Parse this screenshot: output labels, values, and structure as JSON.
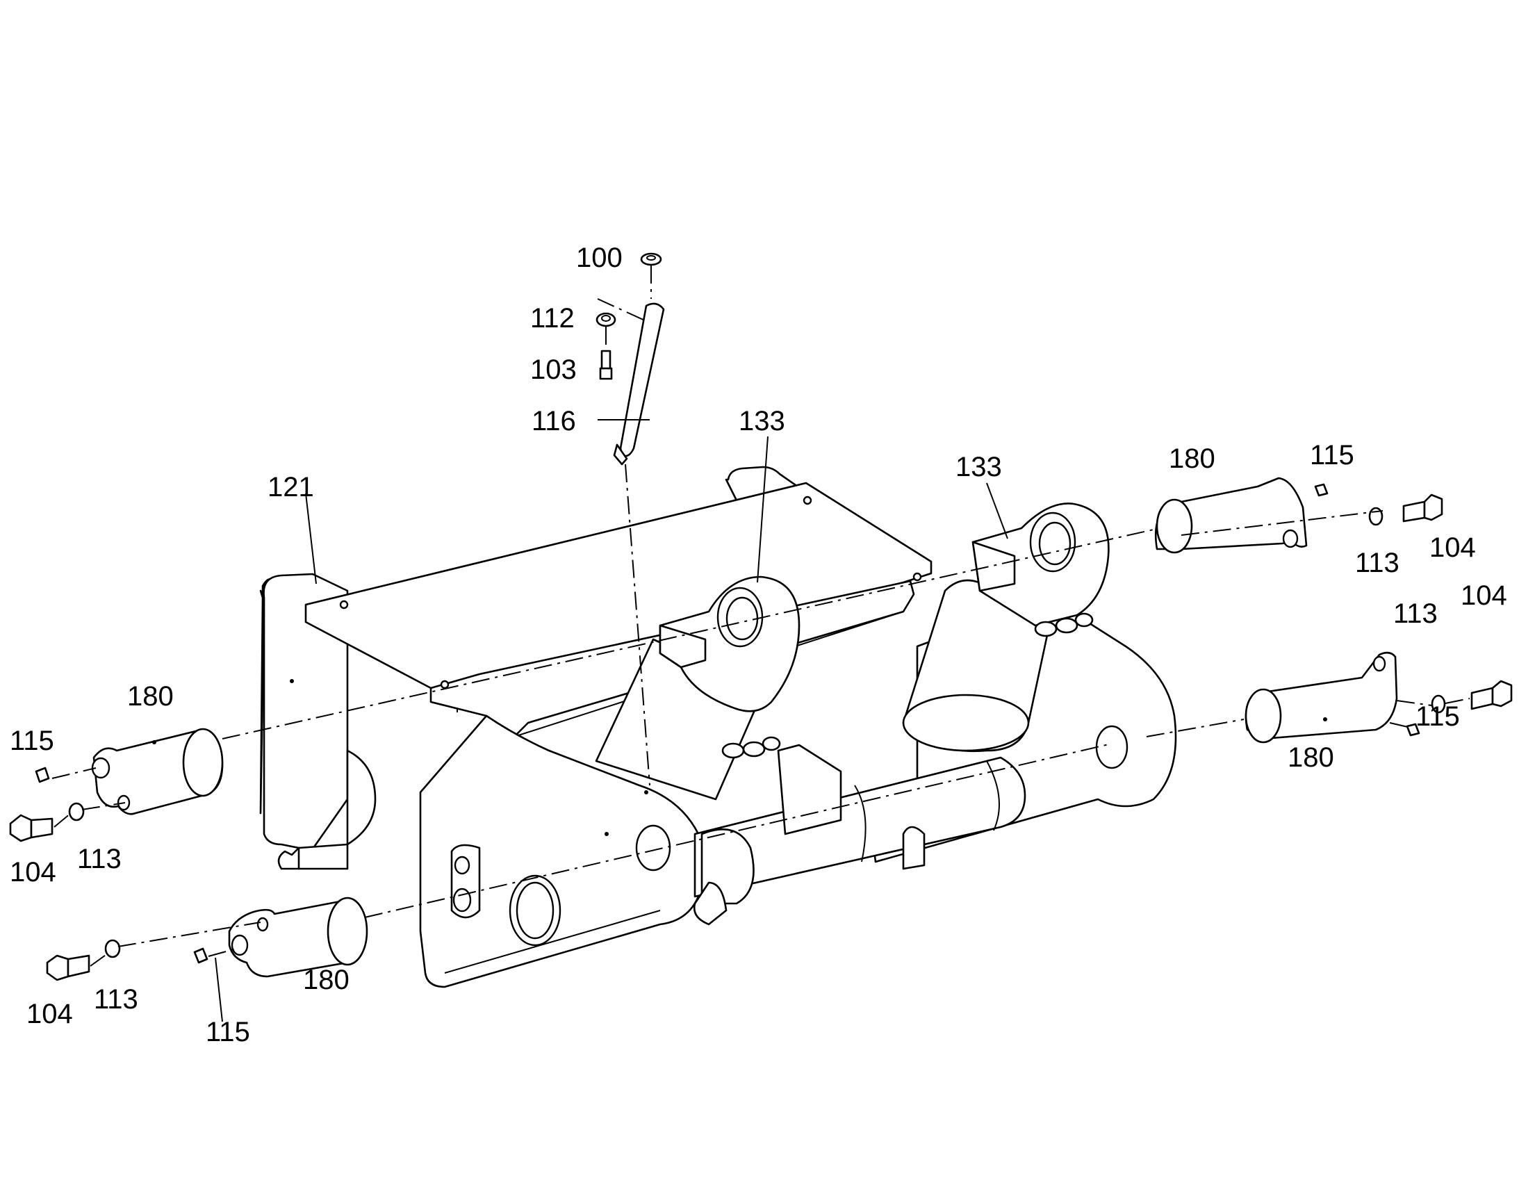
{
  "callouts": {
    "c100": "100",
    "c112": "112",
    "c103": "103",
    "c116": "116",
    "c121": "121",
    "c133_left": "133",
    "c133_right": "133",
    "c180_top_right": "180",
    "c115_top_right": "115",
    "c113_top_right": "113",
    "c104_top_right": "104",
    "c104_mid_right": "104",
    "c113_mid_right": "113",
    "c115_mid_right": "115",
    "c180_mid_right": "180",
    "c180_left": "180",
    "c115_left": "115",
    "c104_left": "104",
    "c113_left": "113",
    "c104_bottom_left": "104",
    "c113_bottom_left": "113",
    "c115_bottom_left": "115",
    "c180_bottom": "180"
  }
}
